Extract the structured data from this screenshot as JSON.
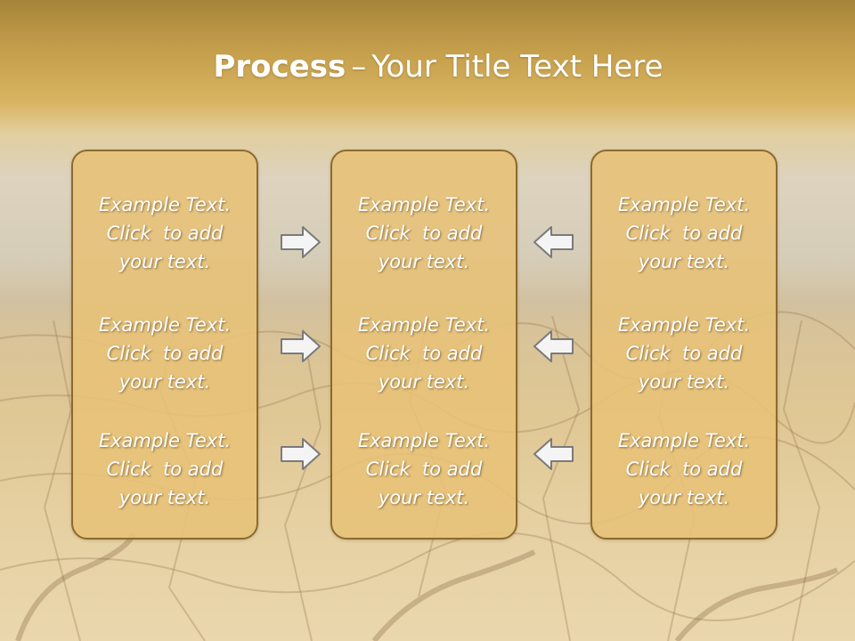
{
  "title": {
    "bold": "Process",
    "dash": "–",
    "rest": "Your Title Text Here"
  },
  "columns": [
    {
      "items": [
        {
          "line1": "Example Text.",
          "line2": "Click  to add",
          "line3": "your text."
        },
        {
          "line1": "Example Text.",
          "line2": "Click  to add",
          "line3": "your text."
        },
        {
          "line1": "Example Text.",
          "line2": "Click  to add",
          "line3": "your text."
        }
      ]
    },
    {
      "items": [
        {
          "line1": "Example Text.",
          "line2": "Click  to add",
          "line3": "your text."
        },
        {
          "line1": "Example Text.",
          "line2": "Click  to add",
          "line3": "your text."
        },
        {
          "line1": "Example Text.",
          "line2": "Click  to add",
          "line3": "your text."
        }
      ]
    },
    {
      "items": [
        {
          "line1": "Example Text.",
          "line2": "Click  to add",
          "line3": "your text."
        },
        {
          "line1": "Example Text.",
          "line2": "Click  to add",
          "line3": "your text."
        },
        {
          "line1": "Example Text.",
          "line2": "Click  to add",
          "line3": "your text."
        }
      ]
    }
  ],
  "arrows": {
    "left_group": "arrow-right-icon",
    "right_group": "arrow-left-icon"
  },
  "colors": {
    "panel_fill": "#e7c277",
    "panel_border": "#8c6a2e",
    "title_band": "#c6a04c",
    "text": "#ffffff",
    "arrow_fill": "#f4f4f4",
    "arrow_stroke": "#7a7a7a"
  }
}
